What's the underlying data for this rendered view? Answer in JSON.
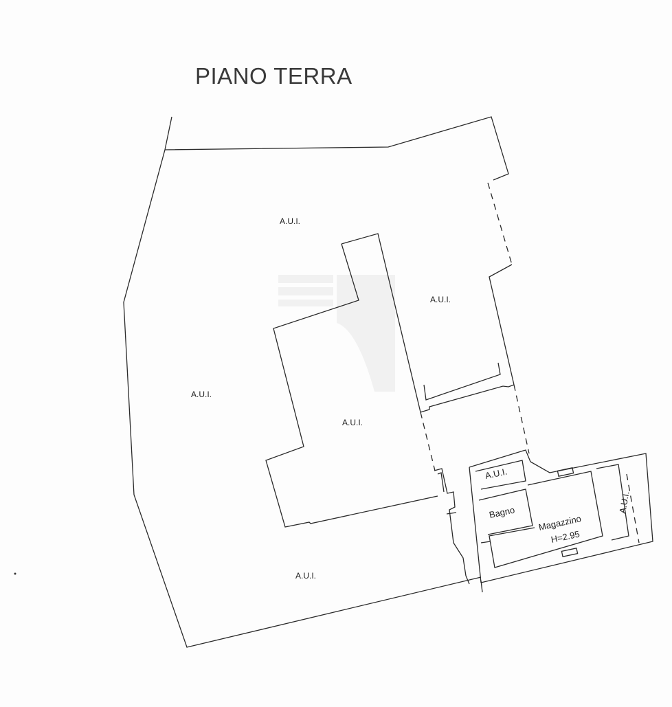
{
  "plan": {
    "title": "PIANO TERRA",
    "rooms": [
      {
        "id": "aui-top",
        "label": "A.U.I."
      },
      {
        "id": "aui-right-upper",
        "label": "A.U.I."
      },
      {
        "id": "aui-left",
        "label": "A.U.I."
      },
      {
        "id": "aui-center",
        "label": "A.U.I."
      },
      {
        "id": "aui-small",
        "label": "A.U.I."
      },
      {
        "id": "aui-side",
        "label": "A.U.I."
      },
      {
        "id": "bagno",
        "label": "Bagno"
      },
      {
        "id": "magazzino",
        "label": "Magazzino",
        "height_label": "H=2.95"
      },
      {
        "id": "aui-bottom",
        "label": "A.U.I."
      }
    ]
  },
  "colors": {
    "background": "#fdfdfd",
    "line": "#2a2a2a",
    "text": "#222222"
  }
}
